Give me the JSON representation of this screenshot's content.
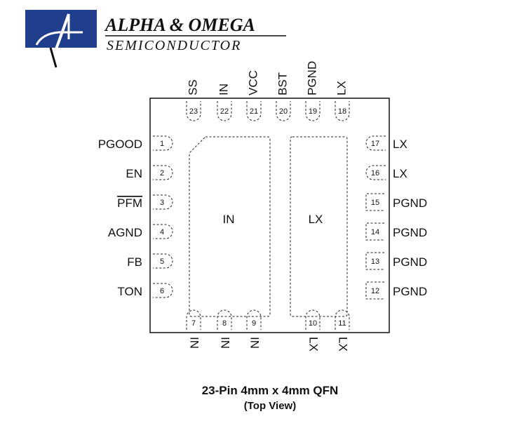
{
  "logo": {
    "company_line1": "ALPHA & OMEGA",
    "company_line2": "SEMICONDUCTOR",
    "brand_color": "#1f3f8c",
    "icon": "alpha-omega-logo-icon"
  },
  "package": {
    "caption_title": "23-Pin 4mm x 4mm QFN",
    "caption_sub": "(Top View)",
    "center_pads": [
      {
        "label": "IN"
      },
      {
        "label": "LX"
      }
    ]
  },
  "pins": [
    {
      "num": "1",
      "name": "PGOOD",
      "side": "left"
    },
    {
      "num": "2",
      "name": "EN",
      "side": "left"
    },
    {
      "num": "3",
      "name": "PFM",
      "side": "left",
      "overline": true
    },
    {
      "num": "4",
      "name": "AGND",
      "side": "left"
    },
    {
      "num": "5",
      "name": "FB",
      "side": "left"
    },
    {
      "num": "6",
      "name": "TON",
      "side": "left"
    },
    {
      "num": "7",
      "name": "IN",
      "side": "bottom"
    },
    {
      "num": "8",
      "name": "IN",
      "side": "bottom"
    },
    {
      "num": "9",
      "name": "IN",
      "side": "bottom"
    },
    {
      "num": "10",
      "name": "LX",
      "side": "bottom"
    },
    {
      "num": "11",
      "name": "LX",
      "side": "bottom"
    },
    {
      "num": "12",
      "name": "PGND",
      "side": "right"
    },
    {
      "num": "13",
      "name": "PGND",
      "side": "right"
    },
    {
      "num": "14",
      "name": "PGND",
      "side": "right"
    },
    {
      "num": "15",
      "name": "PGND",
      "side": "right"
    },
    {
      "num": "16",
      "name": "LX",
      "side": "right"
    },
    {
      "num": "17",
      "name": "LX",
      "side": "right"
    },
    {
      "num": "18",
      "name": "LX",
      "side": "top"
    },
    {
      "num": "19",
      "name": "PGND",
      "side": "top"
    },
    {
      "num": "20",
      "name": "BST",
      "side": "top"
    },
    {
      "num": "21",
      "name": "VCC",
      "side": "top"
    },
    {
      "num": "22",
      "name": "IN",
      "side": "top"
    },
    {
      "num": "23",
      "name": "SS",
      "side": "top"
    }
  ]
}
